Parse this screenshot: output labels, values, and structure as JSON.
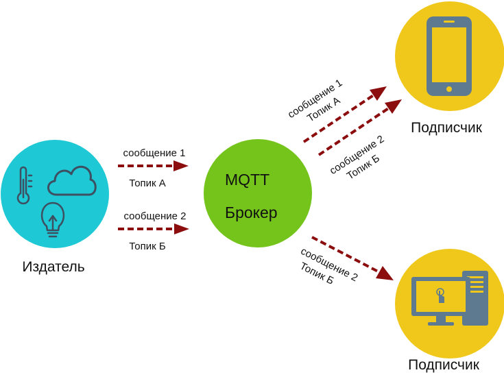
{
  "publisher": {
    "label": "Издатель",
    "color": "#1ec8d4",
    "icons": [
      "thermometer-icon",
      "cloud-icon",
      "lightbulb-icon"
    ]
  },
  "broker": {
    "line1": "MQTT",
    "line2": "Брокер",
    "color": "#74c41c"
  },
  "subscribers": [
    {
      "label": "Подписчик",
      "device": "smartphone-icon",
      "color": "#f0c81c"
    },
    {
      "label": "Подписчик",
      "device": "desktop-computer-icon",
      "color": "#f0c81c"
    }
  ],
  "messages": [
    {
      "text": "сообщение 1",
      "topic": "Топик А"
    },
    {
      "text": "сообщение 2",
      "topic": "Топик Б"
    },
    {
      "text": "сообщение 1",
      "topic": "Топик А"
    },
    {
      "text": "сообщение 2",
      "topic": "Топик Б"
    },
    {
      "text": "сообщение 2",
      "topic": "Топик Б"
    }
  ],
  "colors": {
    "arrow": "#8b0d0d",
    "icon_stroke": "#3d4f61",
    "device_fill": "#5d7a90"
  }
}
